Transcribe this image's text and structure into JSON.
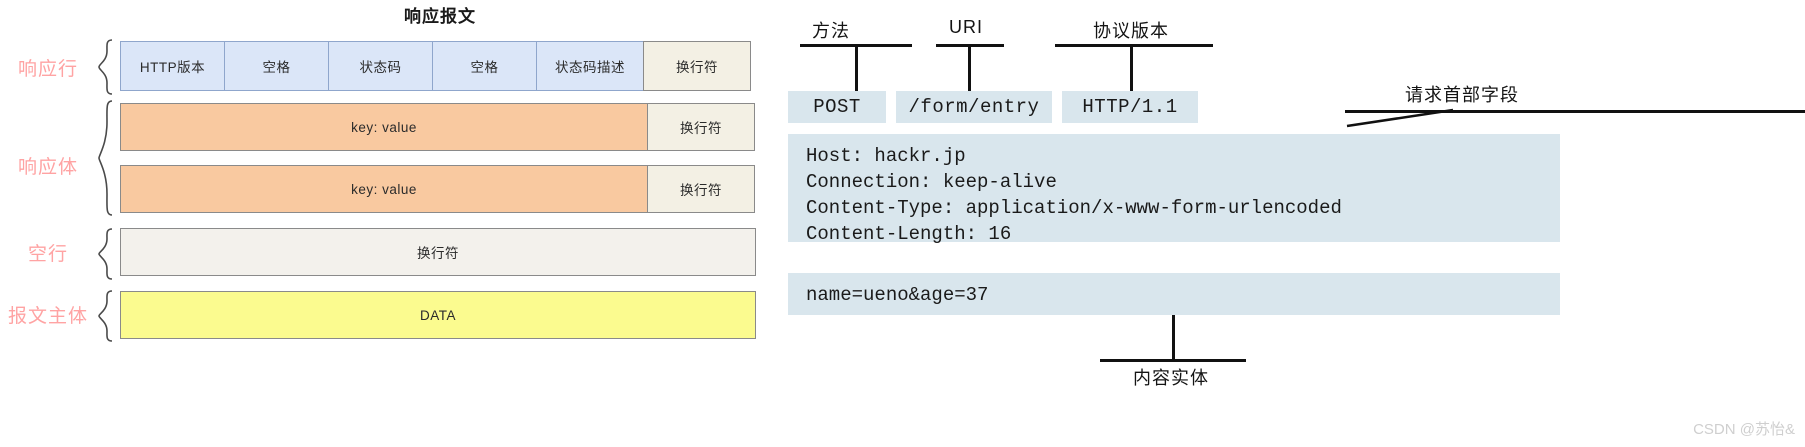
{
  "left_diagram": {
    "title": "响应报文",
    "side_labels": [
      {
        "text": "响应行"
      },
      {
        "text": "响应体"
      },
      {
        "text": "空行"
      },
      {
        "text": "报文主体"
      }
    ],
    "rows": [
      {
        "name": "status-line",
        "cells": [
          {
            "text": "HTTP版本",
            "style": "blue"
          },
          {
            "text": "空格",
            "style": "blue"
          },
          {
            "text": "状态码",
            "style": "blue"
          },
          {
            "text": "空格",
            "style": "blue"
          },
          {
            "text": "状态码描述",
            "style": "blue"
          },
          {
            "text": "换行符",
            "style": "beige"
          }
        ]
      },
      {
        "name": "header-1",
        "cells": [
          {
            "text": "key: value",
            "style": "orange"
          },
          {
            "text": "换行符",
            "style": "beige"
          }
        ]
      },
      {
        "name": "header-2",
        "cells": [
          {
            "text": "key: value",
            "style": "orange"
          },
          {
            "text": "换行符",
            "style": "beige"
          }
        ]
      },
      {
        "name": "blank-line",
        "cells": [
          {
            "text": "换行符",
            "style": "white"
          }
        ]
      },
      {
        "name": "body",
        "cells": [
          {
            "text": "DATA",
            "style": "yellow"
          }
        ]
      }
    ]
  },
  "right_diagram": {
    "annotations": {
      "method": "方法",
      "uri": "URI",
      "protocol_version": "协议版本",
      "request_header_fields": "请求首部字段",
      "content_entity": "内容实体"
    },
    "request_line": [
      {
        "name": "method",
        "value": "POST"
      },
      {
        "name": "uri",
        "value": "/form/entry"
      },
      {
        "name": "version",
        "value": "HTTP/1.1"
      }
    ],
    "headers_block": "Host: hackr.jp\nConnection: keep-alive\nContent-Type: application/x-www-form-urlencoded\nContent-Length: 16",
    "body_block": "name=ueno&age=37"
  },
  "watermark": "CSDN @苏怡&",
  "colors": {
    "label_pink": "#ffa3a3",
    "cell_blue": "#dbe6f8",
    "cell_orange": "#f9c9a0",
    "cell_beige": "#f3f0e4",
    "cell_white": "#f3f1ec",
    "cell_yellow": "#fbfb8f",
    "right_box_blue": "#d9e6ed",
    "stroke": "#111111"
  }
}
